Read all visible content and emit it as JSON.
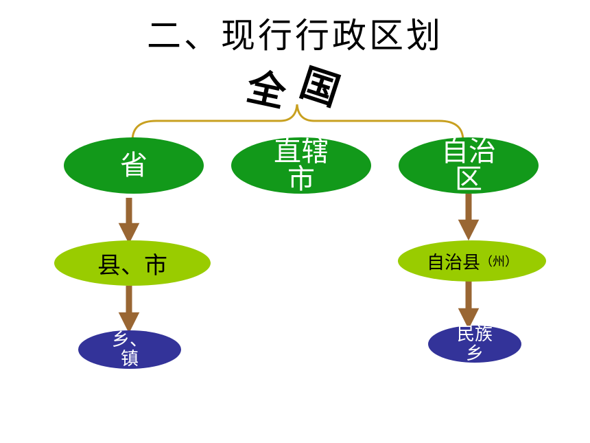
{
  "title": "二、现行行政区划",
  "root": {
    "char1": "全",
    "char2": "国"
  },
  "level1": {
    "province": "省",
    "municipality": "直辖\n市",
    "autonomous_region": "自治\n区"
  },
  "level2": {
    "county_city": "县、市",
    "autonomous_county": "自治县",
    "autonomous_county_paren": "（州）"
  },
  "level3": {
    "township": "乡、\n镇",
    "ethnic_township": "民族\n乡"
  },
  "colors": {
    "level1": "#12991a",
    "level2": "#99cc00",
    "level3": "#333399",
    "brace": "#c8a020",
    "arrow": "#996633"
  }
}
